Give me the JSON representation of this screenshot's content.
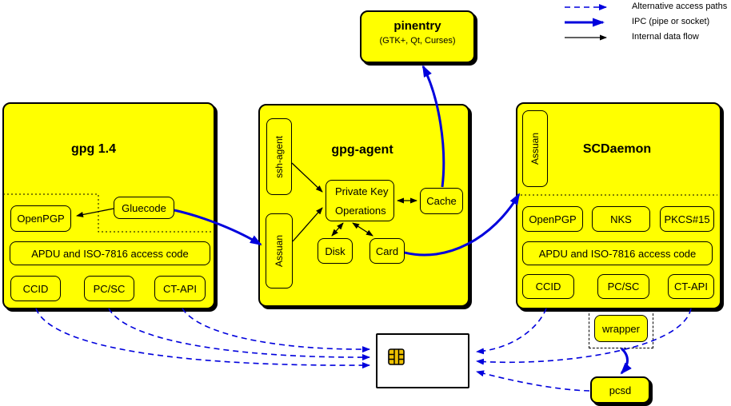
{
  "legend": {
    "items": [
      {
        "label": "Alternative access paths",
        "style": "dashed-blue-arrow"
      },
      {
        "label": "IPC (pipe or socket)",
        "style": "thick-blue-arrow"
      },
      {
        "label": "Internal data flow",
        "style": "thin-black-arrow"
      }
    ]
  },
  "pinentry": {
    "title": "pinentry",
    "subtitle": "(GTK+, Qt, Curses)"
  },
  "gpg14": {
    "title": "gpg 1.4",
    "openpgp": "OpenPGP",
    "gluecode": "Gluecode",
    "apdu": "APDU and ISO-7816 access code",
    "ccid": "CCID",
    "pcsc": "PC/SC",
    "ctapi": "CT-API"
  },
  "agent": {
    "title": "gpg-agent",
    "ssh_agent": "ssh-agent",
    "assuan": "Assuan",
    "pko_line1": "Private Key",
    "pko_line2": "Operations",
    "cache": "Cache",
    "disk": "Disk",
    "card": "Card"
  },
  "scd": {
    "title": "SCDaemon",
    "assuan": "Assuan",
    "openpgp": "OpenPGP",
    "nks": "NKS",
    "pkcs15": "PKCS#15",
    "apdu": "APDU and ISO-7816 access code",
    "ccid": "CCID",
    "pcsc": "PC/SC",
    "ctapi": "CT-API"
  },
  "wrapper": {
    "label": "wrapper"
  },
  "pcsd": {
    "label": "pcsd"
  },
  "colors": {
    "box_fill": "#ffff00",
    "ipc_blue": "#0000dd",
    "line_black": "#000000",
    "chip_gold": "#eec000",
    "card_white": "#ffffff"
  }
}
